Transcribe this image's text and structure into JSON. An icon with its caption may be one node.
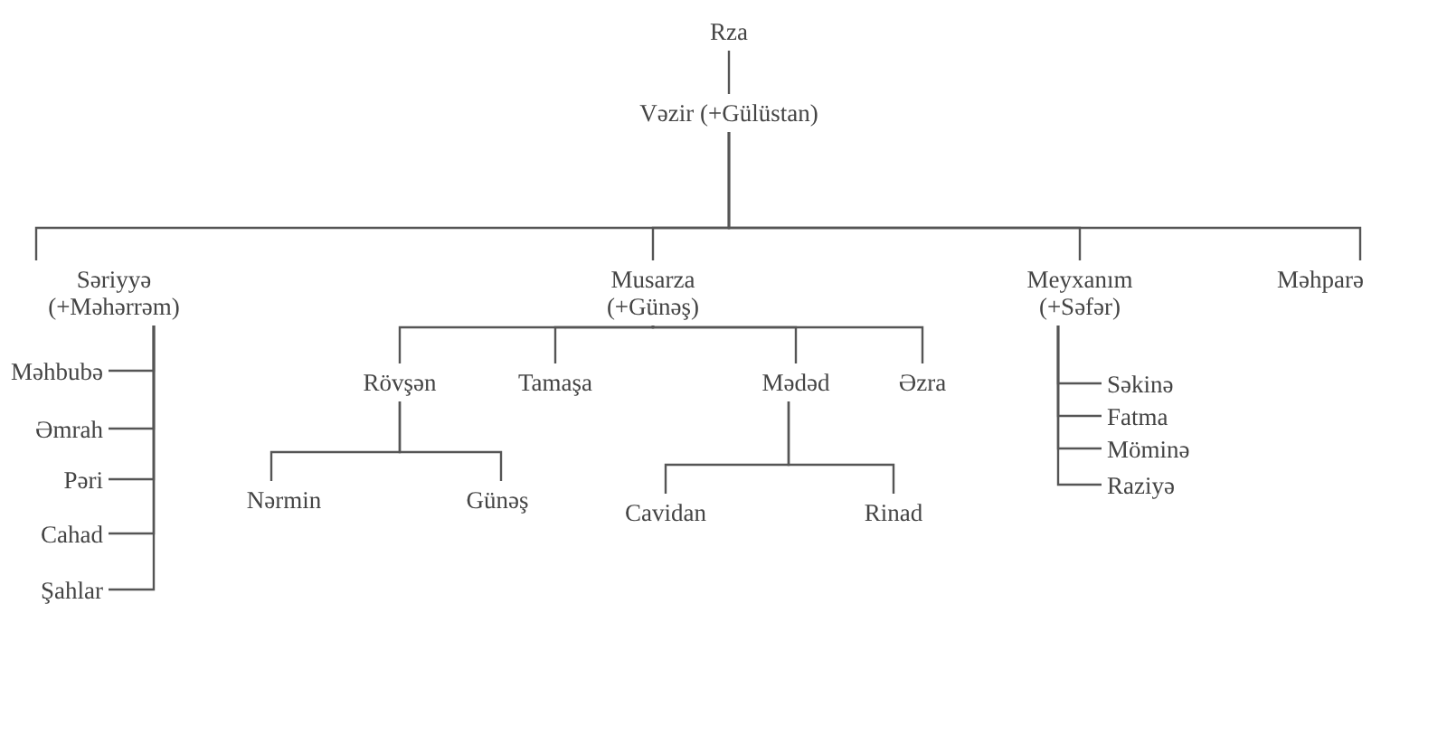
{
  "diagram": {
    "nodes": [
      {
        "text": [
          "Rza"
        ]
      },
      {
        "text": [
          "Vəzir (+Gülüstan)"
        ]
      },
      {
        "text": [
          "Səriyyə (+Məhərrəm)"
        ]
      },
      {
        "text": [
          "Musarza (+Günəş)"
        ]
      },
      {
        "text": [
          "Meyxanım (+Səfər)"
        ]
      },
      {
        "text": [
          "Məhparə"
        ]
      },
      {
        "text": [
          "Məhbubə"
        ]
      },
      {
        "text": [
          "Əmrah"
        ]
      },
      {
        "text": [
          "Pəri"
        ]
      },
      {
        "text": [
          "Cahad"
        ]
      },
      {
        "text": [
          "Şahlar"
        ]
      },
      {
        "text": [
          "Rövşən"
        ]
      },
      {
        "text": [
          "Tamaşa"
        ]
      },
      {
        "text": [
          "Mədəd"
        ]
      },
      {
        "text": [
          "Əzra"
        ]
      },
      {
        "text": [
          "Nərmin"
        ]
      },
      {
        "text": [
          "Günəş"
        ]
      },
      {
        "text": [
          "Cavidan"
        ]
      },
      {
        "text": [
          "Rinad"
        ]
      },
      {
        "text": [
          "Səkinə"
        ]
      },
      {
        "text": [
          "Fatma"
        ]
      },
      {
        "text": [
          "Möminə"
        ]
      },
      {
        "text": [
          "Raziyə"
        ]
      }
    ],
    "edges": [
      {
        "from": 0,
        "to": 1,
        "arrow": "none"
      },
      {
        "from": 1,
        "to": 2,
        "arrow": "none"
      },
      {
        "from": 1,
        "to": 3,
        "arrow": "none"
      },
      {
        "from": 1,
        "to": 4,
        "arrow": "none"
      },
      {
        "from": 1,
        "to": 5,
        "arrow": "none"
      },
      {
        "from": 2,
        "to": 6,
        "arrow": "none"
      },
      {
        "from": 2,
        "to": 7,
        "arrow": "none"
      },
      {
        "from": 2,
        "to": 8,
        "arrow": "none"
      },
      {
        "from": 2,
        "to": 9,
        "arrow": "none"
      },
      {
        "from": 2,
        "to": 10,
        "arrow": "none"
      },
      {
        "from": 3,
        "to": 11,
        "arrow": "none"
      },
      {
        "from": 3,
        "to": 12,
        "arrow": "none"
      },
      {
        "from": 3,
        "to": 13,
        "arrow": "none"
      },
      {
        "from": 3,
        "to": 14,
        "arrow": "none"
      },
      {
        "from": 11,
        "to": 15,
        "arrow": "none"
      },
      {
        "from": 11,
        "to": 16,
        "arrow": "none"
      },
      {
        "from": 13,
        "to": 17,
        "arrow": "none"
      },
      {
        "from": 13,
        "to": 18,
        "arrow": "none"
      },
      {
        "from": 4,
        "to": 19,
        "arrow": "none"
      },
      {
        "from": 4,
        "to": 20,
        "arrow": "none"
      },
      {
        "from": 4,
        "to": 21,
        "arrow": "none"
      },
      {
        "from": 4,
        "to": 22,
        "arrow": "none"
      }
    ]
  }
}
